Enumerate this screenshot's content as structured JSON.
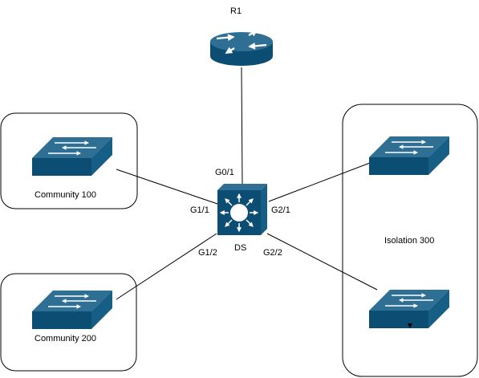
{
  "colors": {
    "device_top": "#2f6f93",
    "device_front": "#0c4d74",
    "device_side": "#175e86",
    "line": "#000000",
    "group_border": "#000000",
    "arrow": "#ffffff"
  },
  "devices": {
    "router": {
      "name": "R1",
      "icon": "router-icon"
    },
    "distribution_switch": {
      "name": "DS",
      "icon": "layer3-switch-icon"
    },
    "switch_community_100": {
      "icon": "switch-icon"
    },
    "switch_community_200": {
      "icon": "switch-icon"
    },
    "switch_isolation_top": {
      "icon": "switch-icon"
    },
    "switch_isolation_bottom": {
      "icon": "switch-icon"
    }
  },
  "groups": {
    "community_100": "Community 100",
    "community_200": "Community 200",
    "isolation_300": "Isolation 300"
  },
  "interfaces": {
    "g0_1": "G0/1",
    "g1_1": "G1/1",
    "g1_2": "G1/2",
    "g2_1": "G2/1",
    "g2_2": "G2/2"
  }
}
